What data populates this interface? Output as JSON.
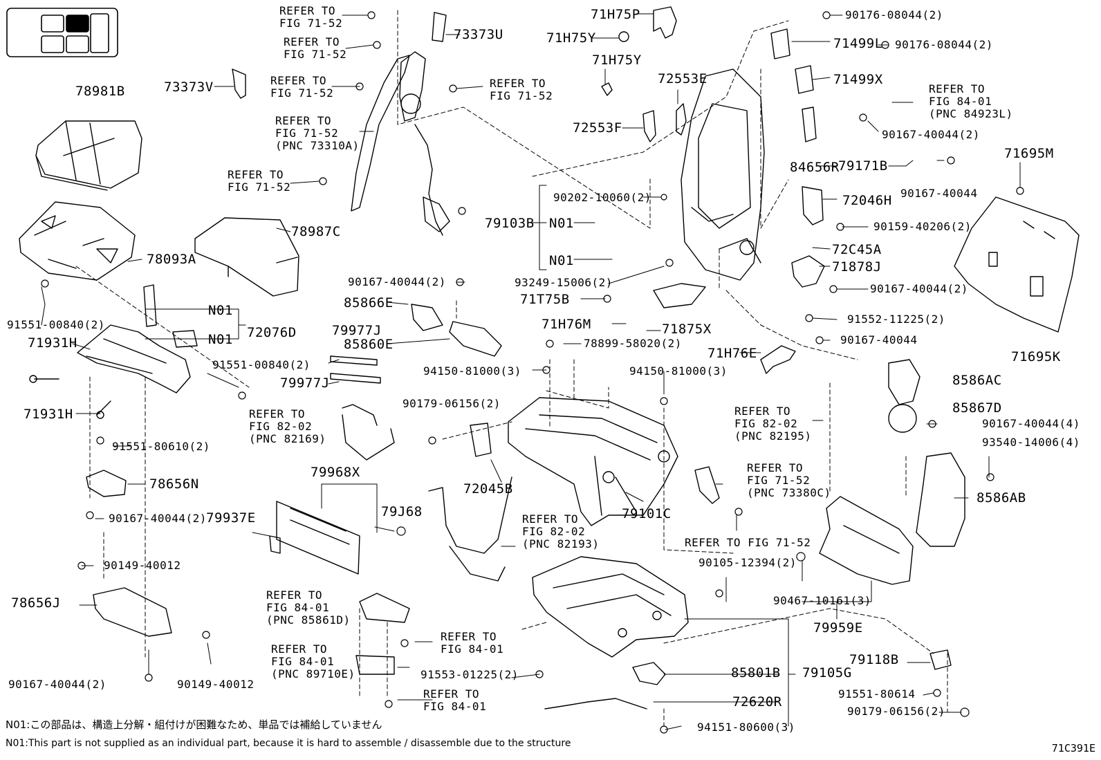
{
  "labels": {
    "refer_71_52_a": "REFER TO\nFIG 71-52",
    "refer_71_52_b": "REFER TO\nFIG 71-52",
    "refer_71_52_c": "REFER TO\nFIG 71-52",
    "refer_71_52_d": "REFER TO\nFIG 71-52",
    "refer_71_52_e": "REFER TO\nFIG 71-52\n(PNC 73310A)",
    "refer_71_52_f": "REFER TO\nFIG 71-52",
    "refer_71_52_g": "REFER TO\nFIG 71-52\n(PNC 73380C)",
    "refer_71_52_h": "REFER TO FIG 71-52",
    "refer_84_01_a": "REFER TO\nFIG 84-01\n(PNC 84923L)",
    "refer_82_02_a": "REFER TO\nFIG 82-02\n(PNC 82169)",
    "refer_82_02_b": "REFER TO\nFIG 82-02\n(PNC 82195)",
    "refer_82_02_c": "REFER TO\nFIG 82-02\n(PNC 82193)",
    "refer_84_01_b": "REFER TO\nFIG 84-01\n(PNC 85861D)",
    "refer_84_01_c": "REFER TO\nFIG 84-01\n(PNC 89710E)",
    "refer_84_01_d": "REFER TO\nFIG 84-01",
    "refer_84_01_e": "REFER TO\nFIG 84-01",
    "p73373U": "73373U",
    "p73373V": "73373V",
    "p78981B": "78981B",
    "p71H75P": "71H75P",
    "p71H75Y_a": "71H75Y",
    "p71H75Y_b": "71H75Y",
    "p72553E": "72553E",
    "p72553F": "72553F",
    "p90176_a": "90176-08044(2)",
    "p90176_b": "90176-08044(2)",
    "p71499L": "71499L",
    "p71499X": "71499X",
    "p90167_40044_2a": "90167-40044(2)",
    "p84656R": "84656R",
    "p79171B": "79171B",
    "p71695M": "71695M",
    "p90167_40044_a": "90167-40044",
    "p90202": "90202-10060(2)",
    "p79103B": "79103B",
    "p_n01_a": "N01",
    "p_n01_b": "N01",
    "p72046H": "72046H",
    "p90159": "90159-40206(2)",
    "p72C45A": "72C45A",
    "p71878J": "71878J",
    "p78987C": "78987C",
    "p78093A": "78093A",
    "p90167_40044_2b": "90167-40044(2)",
    "p85866E": "85866E",
    "p85860E": "85860E",
    "p93249": "93249-15006(2)",
    "p90167_40044_2c": "90167-40044(2)",
    "p71T75B": "71T75B",
    "p71H76M": "71H76M",
    "p71875X": "71875X",
    "p91552": "91552-11225(2)",
    "p91551_00840_a": "91551-00840(2)",
    "p_n01_c": "N01",
    "p_n01_d": "N01",
    "p72076D": "72076D",
    "p79977J_a": "79977J",
    "p79977J_b": "79977J",
    "p71931H_a": "71931H",
    "p71931H_b": "71931H",
    "p91551_00840_b": "91551-00840(2)",
    "p78899": "78899-58020(2)",
    "p90167_40044_b": "90167-40044",
    "p71H76E": "71H76E",
    "p71695K": "71695K",
    "p94150_a": "94150-81000(3)",
    "p94150_b": "94150-81000(3)",
    "p8586AC": "8586AC",
    "p90179_a": "90179-06156(2)",
    "p85867D": "85867D",
    "p90167_40044_4": "90167-40044(4)",
    "p93540": "93540-14006(4)",
    "p91551_80610": "91551-80610(2)",
    "p78656N": "78656N",
    "p79968X": "79968X",
    "p72045B": "72045B",
    "p79937E": "79937E",
    "p79J68": "79J68",
    "p79101C": "79101C",
    "p8586AB": "8586AB",
    "p90167_40044_2d": "90167-40044(2)",
    "p90149_a": "90149-40012",
    "p90105": "90105-12394(2)",
    "p90467": "90467-10161(3)",
    "p78656J": "78656J",
    "p79959E": "79959E",
    "p90167_40044_2e": "90167-40044(2)",
    "p90149_b": "90149-40012",
    "p91553": "91553-01225(2)",
    "p85801B": "85801B",
    "p79105G": "79105G",
    "p79118B": "79118B",
    "p91551_80614": "91551-80614",
    "p72620R": "72620R",
    "p90179_b": "90179-06156(2)",
    "p94151": "94151-80600(3)"
  },
  "notes": {
    "note_jp": "N01:この部品は、構造上分解・組付けが困難なため、単品では補給していません",
    "note_en": "N01:This part is not supplied as an individual part, because it is hard to assemble / disassemble due to the structure"
  },
  "figure_code": "71C391E",
  "colors": {
    "line": "#000000",
    "background": "#ffffff",
    "locator_fill": "#000000"
  },
  "icons": [
    "seat-locator-icon"
  ]
}
